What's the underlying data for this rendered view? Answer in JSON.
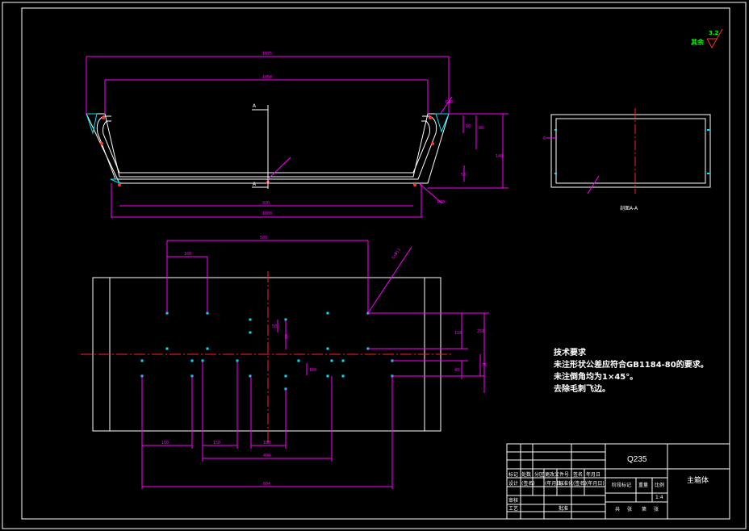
{
  "surface_finish": {
    "label": "其余",
    "value": "3.2",
    "color": "#00ff00",
    "symbol_color": "#ff3333"
  },
  "front_view": {
    "dims": {
      "top_outer": "1075",
      "top_inner": "1050",
      "bottom_inner": "930",
      "bottom_outer": "1000",
      "right_small_a": "10",
      "right_small_b": "80",
      "right_total": "140",
      "right_mid": "50",
      "diag_top": "R40",
      "diag_bottom": "R40",
      "section_label": "A"
    }
  },
  "side_view": {
    "caption": "剖面A-A",
    "dim": "8"
  },
  "plan_view": {
    "dims": {
      "top_a": "500",
      "top_b": "100",
      "leader": "6×Φ11",
      "v1": "50",
      "v2": "116",
      "v3": "250",
      "v4": "40",
      "v5": "75",
      "v6": "60",
      "v7": "100",
      "b1": "160",
      "b2": "150",
      "b3": "180",
      "b4": "400",
      "b5": "604"
    }
  },
  "tech_notes": {
    "title": "技术要求",
    "lines": [
      "未注形状公差应符合GB1184-80的要求。",
      "未注倒角均为1×45°。",
      "去除毛刺飞边。"
    ]
  },
  "title_block": {
    "material": "Q235",
    "part_name": "主箱体",
    "scale_label": "比例",
    "scale": "1:4",
    "weight_label": "重量",
    "stage_label": "阶段标记",
    "rev_headers": [
      "标记",
      "处数",
      "分区",
      "更改文件号",
      "签名",
      "年月日"
    ],
    "design_row": [
      "设计",
      "(签名)",
      "(年月日)",
      "标准化",
      "(签名)",
      "(年月日)"
    ],
    "review": "审核",
    "process": "工艺",
    "approve": "批准",
    "sheets": [
      "共",
      "张",
      "第",
      "张"
    ]
  },
  "colors": {
    "outline": "#ffffff",
    "dimension": "#ff00ff",
    "center": "#ff2222",
    "hole": "#00e5ff",
    "hidden": "#ff3333"
  }
}
